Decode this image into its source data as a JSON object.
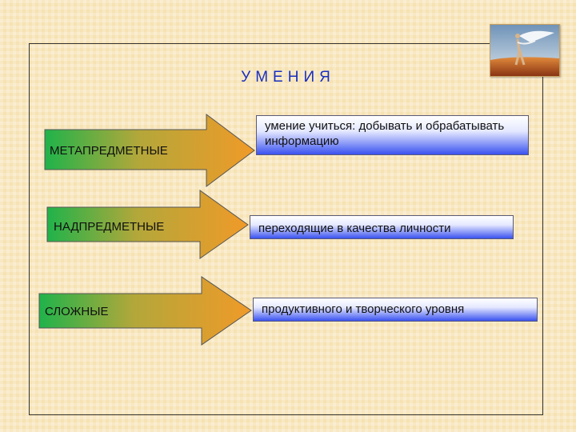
{
  "title": "УМЕНИЯ",
  "rows": [
    {
      "label": "МЕТАПРЕДМЕТНЫЕ",
      "description": "умение учиться: добывать и обрабатывать информацию"
    },
    {
      "label": "НАДПРЕДМЕТНЫЕ",
      "description": "переходящие в качества личности"
    },
    {
      "label": "СЛОЖНЫЕ",
      "description": "продуктивного и творческого уровня"
    }
  ]
}
